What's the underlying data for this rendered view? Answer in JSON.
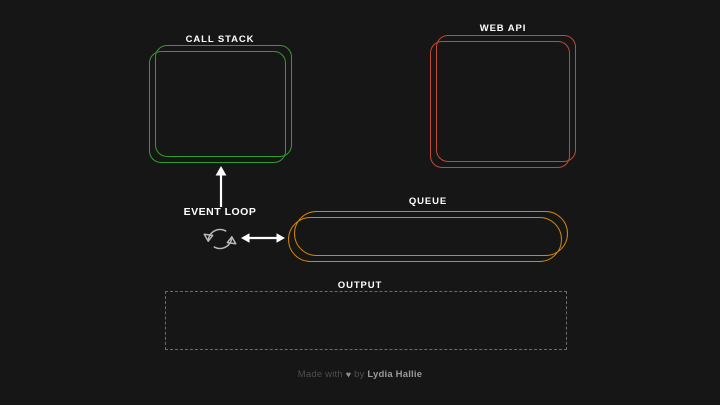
{
  "theme": {
    "background": "#161616",
    "call_stack_color": "#2f9e2f",
    "web_api_color": "#c04a33",
    "queue_color": "#d2860c",
    "output_color": "#6b6b6b",
    "label_color": "#ffffff",
    "footer_color": "#4f4f4f",
    "footer_author_color": "#9a9a9a"
  },
  "panels": {
    "call_stack": {
      "label": "CALL STACK",
      "items": []
    },
    "web_api": {
      "label": "WEB API",
      "items": []
    },
    "queue": {
      "label": "QUEUE",
      "items": []
    },
    "output": {
      "label": "OUTPUT",
      "items": []
    }
  },
  "event_loop": {
    "label": "EVENT LOOP",
    "icon": "circular-arrows-icon"
  },
  "arrows": {
    "queue_to_event_loop": "double-headed-horizontal-arrow",
    "event_loop_to_call_stack": "up-arrow"
  },
  "footer": {
    "prefix": "Made with",
    "heart": "♥",
    "connector": "by",
    "author": "Lydia Hallie"
  }
}
